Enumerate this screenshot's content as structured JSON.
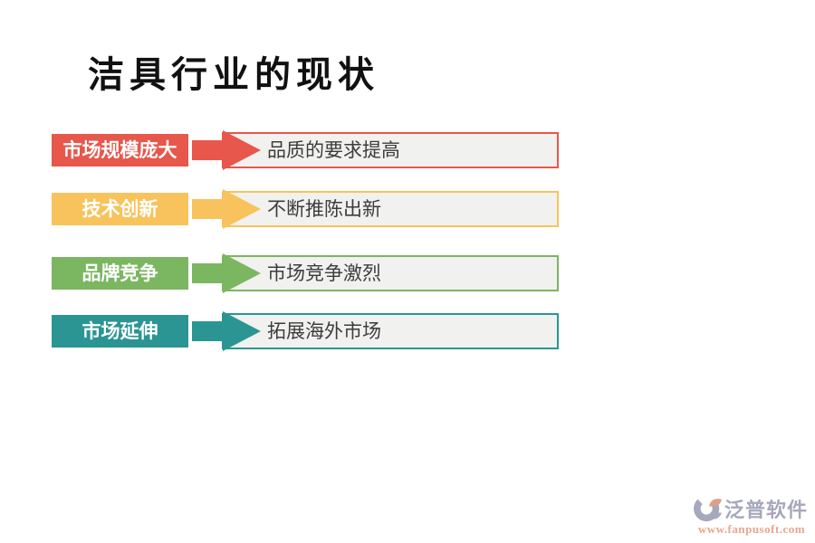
{
  "title": "洁具行业的现状",
  "rows": [
    {
      "label": "市场规模庞大",
      "description": "品质的要求提高",
      "accent": "#E7574C",
      "fill": "#F1F1F0"
    },
    {
      "label": "技术创新",
      "description": "不断推陈出新",
      "accent": "#F8C35C",
      "fill": "#F1F1F0"
    },
    {
      "label": "品牌竞争",
      "description": "市场竞争激烈",
      "accent": "#7BB661",
      "fill": "#F1F1F0"
    },
    {
      "label": "市场延伸",
      "description": "拓展海外市场",
      "accent": "#2A9593",
      "fill": "#F1F1F0"
    }
  ],
  "watermark": {
    "brand": "泛普软件",
    "url": "www.fanpusoft.com",
    "brand_color": "#A6A8BC",
    "url_color": "#EBA48E",
    "logo_accent": "#DE9F8B"
  },
  "colors": {
    "background": "#FFFFFF",
    "title_text": "#111111",
    "description_text": "#3D3D3D",
    "label_text": "#FFFFFF"
  }
}
